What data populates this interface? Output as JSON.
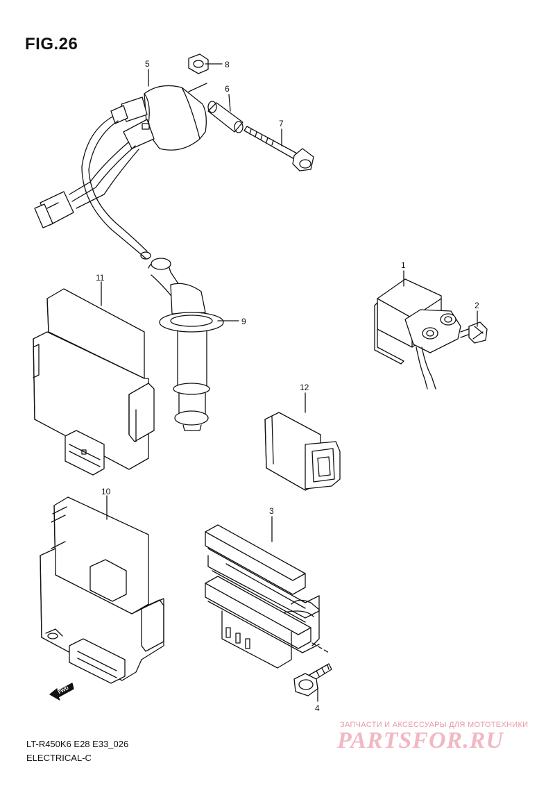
{
  "figure": {
    "title": "FIG.26",
    "caption_line1": "LT-R450K6 E28 E33_026",
    "caption_line2": "ELECTRICAL-C"
  },
  "watermark": {
    "tagline": "ЗАПЧАСТИ И АКСЕССУАРЫ ДЛЯ МОТОТЕХНИКИ",
    "logo_text": "PARTSFOR.RU"
  },
  "fwd_label": "FWD",
  "parts": [
    {
      "ref": "1"
    },
    {
      "ref": "2"
    },
    {
      "ref": "3"
    },
    {
      "ref": "4"
    },
    {
      "ref": "5"
    },
    {
      "ref": "6"
    },
    {
      "ref": "7"
    },
    {
      "ref": "8"
    },
    {
      "ref": "9"
    },
    {
      "ref": "10"
    },
    {
      "ref": "11"
    },
    {
      "ref": "12"
    }
  ],
  "colors": {
    "line": "#111111",
    "watermark": "#f2b8c2"
  }
}
